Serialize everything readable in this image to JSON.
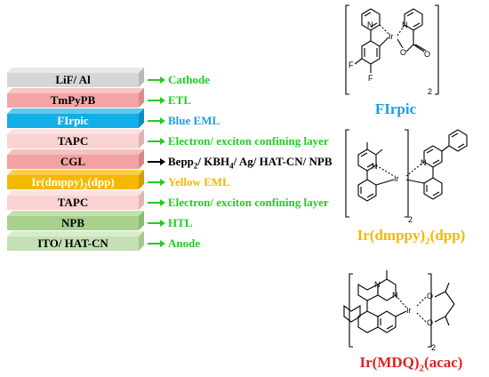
{
  "layers": [
    {
      "name": "LiF/ Al",
      "annotation": "Cathode",
      "color_front": "#d6d6d6",
      "color_top": "#e8e8e8",
      "color_side": "#b8b8b8",
      "ann_color": "#22cc22",
      "arrow_color": "#22cc22"
    },
    {
      "name": "TmPyPB",
      "annotation": "ETL",
      "color_front": "#f4a6a6",
      "color_top": "#f8c6c6",
      "color_side": "#d98c8c",
      "ann_color": "#22cc22",
      "arrow_color": "#22cc22"
    },
    {
      "name": "FIrpic",
      "annotation": "Blue EML",
      "color_front": "#12aee8",
      "color_top": "#5ec8f0",
      "color_side": "#0a8fc0",
      "ann_color": "#1a9fe0",
      "arrow_color": "#22cc22",
      "text_color": "#ffffff"
    },
    {
      "name": "TAPC",
      "annotation": "Electron/ exciton confining layer",
      "color_front": "#f9d2d2",
      "color_top": "#fbe2e2",
      "color_side": "#dcb4b4",
      "ann_color": "#22cc22",
      "arrow_color": "#22cc22"
    },
    {
      "name": "CGL",
      "annotation": "Bepp2/ KBH4/ Ag/ HAT-CN/ NPB",
      "color_front": "#f2a2a2",
      "color_top": "#f6c0c0",
      "color_side": "#d48888",
      "ann_color": "#000000",
      "arrow_color": "#000000"
    },
    {
      "name": "Ir(dmppy)2(dpp)",
      "annotation": "Yellow EML",
      "color_front": "#f5b800",
      "color_top": "#f8cf4d",
      "color_side": "#d39c00",
      "ann_color": "#f5b800",
      "arrow_color": "#22cc22",
      "text_color": "#ffffff"
    },
    {
      "name": "TAPC",
      "annotation": "Electron/ exciton confining layer",
      "color_front": "#f9d2d2",
      "color_top": "#fbe2e2",
      "color_side": "#dcb4b4",
      "ann_color": "#22cc22",
      "arrow_color": "#22cc22"
    },
    {
      "name": "NPB",
      "annotation": "HTL",
      "color_front": "#a9d18e",
      "color_top": "#c3e0ae",
      "color_side": "#8db873",
      "ann_color": "#22cc22",
      "arrow_color": "#22cc22"
    },
    {
      "name": "ITO/ HAT-CN",
      "annotation": "Anode",
      "color_front": "#c5e0b4",
      "color_top": "#d8ebcb",
      "color_side": "#a7c494",
      "ann_color": "#22cc22",
      "arrow_color": "#22cc22"
    }
  ],
  "compounds": [
    {
      "name": "FIrpic",
      "color": "#1a9fe0"
    },
    {
      "name": "Ir(dmppy)2(dpp)",
      "color": "#f5b800"
    },
    {
      "name": "Ir(MDQ)2(acac)",
      "color": "#e02020"
    }
  ],
  "atom_labels": {
    "n": "N",
    "ir": "Ir",
    "f": "F",
    "o": "O",
    "subscript_2": "2"
  }
}
